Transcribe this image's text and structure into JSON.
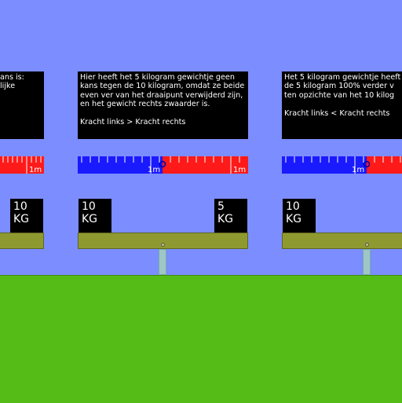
{
  "scenes": [
    {
      "text_lines": [
        "ans is:",
        "lijke",
        "",
        "",
        ""
      ],
      "weights": [
        {
          "label_line1": "10",
          "label_line2": "KG"
        }
      ]
    },
    {
      "text_lines": [
        "Hier heeft het 5 kilogram gewichtje geen",
        "kans tegen de 10 kilogram, omdat ze beide",
        "even ver van het draaipunt verwijderd zijn,",
        "en het gewicht rechts zwaarder is.",
        "",
        "Kracht links > Kracht rechts"
      ],
      "ruler_labels": [
        "1m",
        "1m"
      ],
      "weights": [
        {
          "label_line1": "10",
          "label_line2": "KG"
        },
        {
          "label_line1": "5",
          "label_line2": "KG"
        }
      ]
    },
    {
      "text_lines": [
        "Het 5 kilogram gewichtje heeft",
        "de 5 kilogram 100% verder v",
        "ten opzichte van het 10 kilog",
        "",
        "Kracht links < Kracht rechts"
      ],
      "ruler_labels": [
        "1m"
      ],
      "weights": [
        {
          "label_line1": "10",
          "label_line2": "KG"
        }
      ]
    }
  ],
  "scene0_ruler_label": "1m",
  "colors": {
    "sky": "#7b8dff",
    "ground": "#55bb17",
    "ruler_blue": "#1a1aff",
    "ruler_red": "#ff1a1a",
    "beam": "#8e9a2f",
    "post": "#9fc6c6",
    "panel": "#000000"
  }
}
